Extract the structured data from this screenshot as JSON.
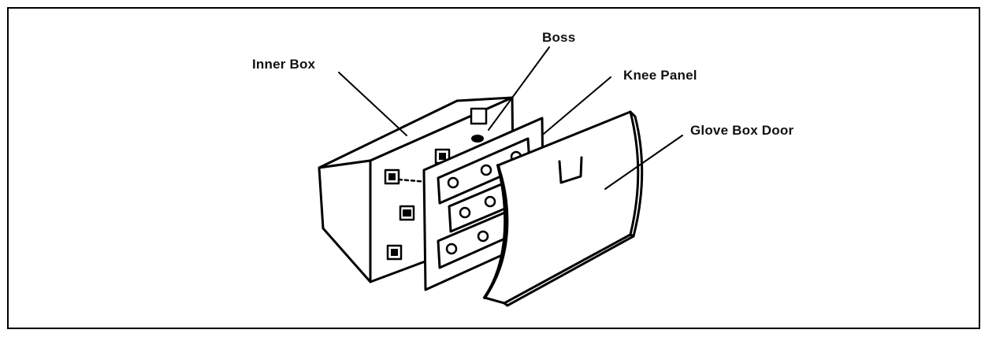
{
  "labels": {
    "inner_box": "Inner Box",
    "boss": "Boss",
    "knee_panel": "Knee Panel",
    "glove_box_door": "Glove Box Door"
  },
  "colors": {
    "line": "#000000",
    "background": "#ffffff"
  }
}
